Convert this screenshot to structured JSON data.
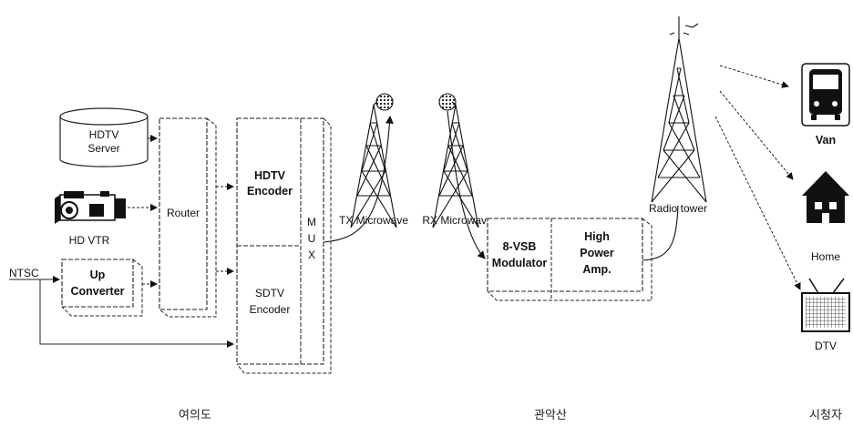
{
  "blocks": {
    "hdtv_server": [
      "HDTV",
      "Server"
    ],
    "hd_vtr": "HD VTR",
    "router": "Router",
    "up_converter": [
      "Up",
      "Converter"
    ],
    "ntsc": "NTSC",
    "hdtv_encoder": [
      "HDTV",
      "Encoder"
    ],
    "sdtv_encoder": [
      "SDTV",
      "Encoder"
    ],
    "mux": [
      "M",
      "U",
      "X"
    ],
    "tx_microwave": "TX Microwave",
    "rx_microwave": "RX Microwave",
    "modulator": [
      "8-VSB",
      "Modulator"
    ],
    "amp": [
      "High",
      "Power",
      "Amp."
    ],
    "radio_tower": "Radio tower"
  },
  "receivers": {
    "van": "Van",
    "home": "Home",
    "dtv": "DTV"
  },
  "locations": [
    "여의도",
    "관악산",
    "시청자"
  ]
}
